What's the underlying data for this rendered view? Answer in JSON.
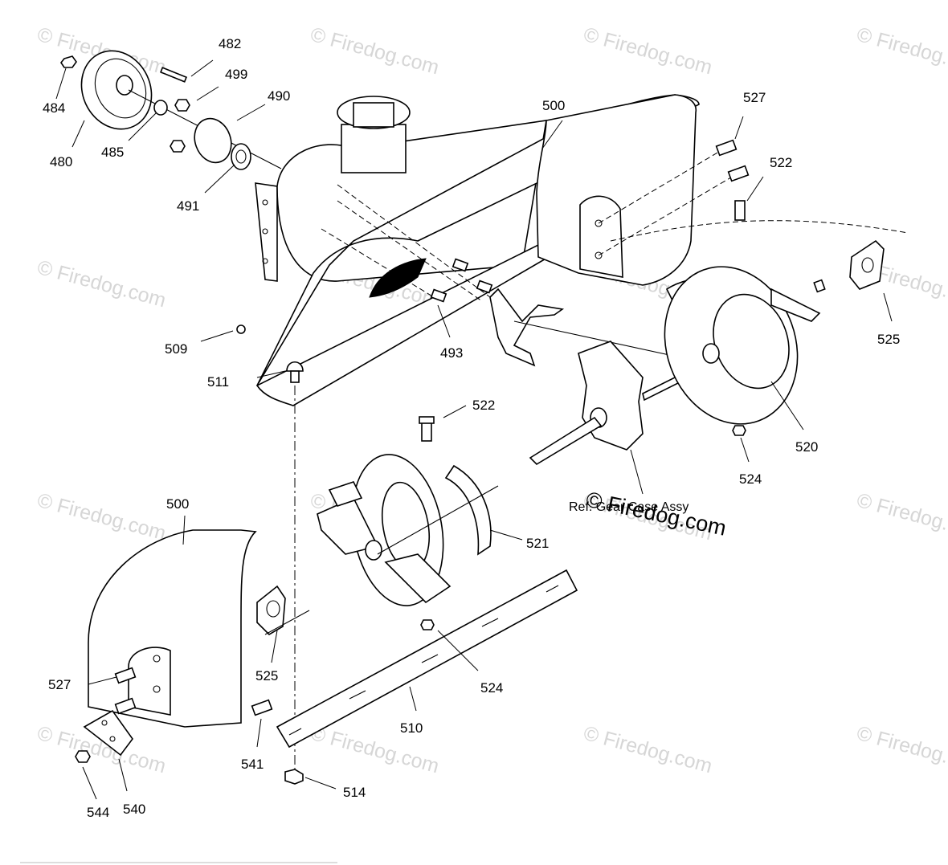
{
  "watermark": "© Firedog.com",
  "brand": "© Firedog.com",
  "reference_note": "Ref. Gear Case Assy",
  "labels": {
    "p482": "482",
    "p499": "499",
    "p490": "490",
    "p484": "484",
    "p480": "480",
    "p485": "485",
    "p491": "491",
    "p500_top": "500",
    "p527_top": "527",
    "p522_top": "522",
    "p525_right": "525",
    "p509": "509",
    "p511": "511",
    "p493": "493",
    "p522_mid": "522",
    "p520": "520",
    "p524_right": "524",
    "p500_left": "500",
    "p521": "521",
    "p525_left": "525",
    "p527_left": "527",
    "p524_mid": "524",
    "p510": "510",
    "p541": "541",
    "p514": "514",
    "p544": "544",
    "p540": "540"
  }
}
